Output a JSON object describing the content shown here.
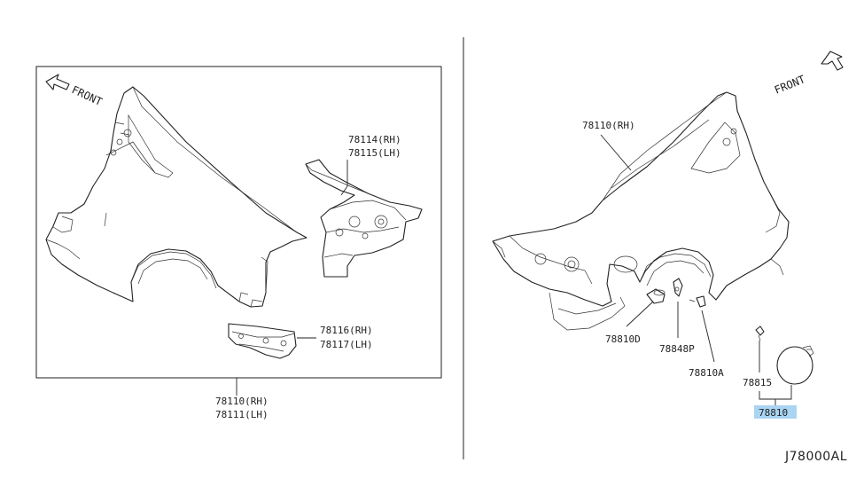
{
  "left_panel": {
    "front_label": "FRONT",
    "labels": {
      "p78114": "78114(RH)",
      "p78115": "78115(LH)",
      "p78116": "78116(RH)",
      "p78117": "78117(LH)",
      "p78110": "78110(RH)",
      "p78111": "78111(LH)"
    }
  },
  "right_panel": {
    "front_label": "FRONT",
    "labels": {
      "p78110_rh": "78110(RH)",
      "p78810D": "78810D",
      "p78848P": "78848P",
      "p78810A": "78810A",
      "p78815": "78815",
      "p78810": "78810"
    },
    "highlight_color": "#a9d4f2"
  },
  "diagram_code": "J78000AL"
}
